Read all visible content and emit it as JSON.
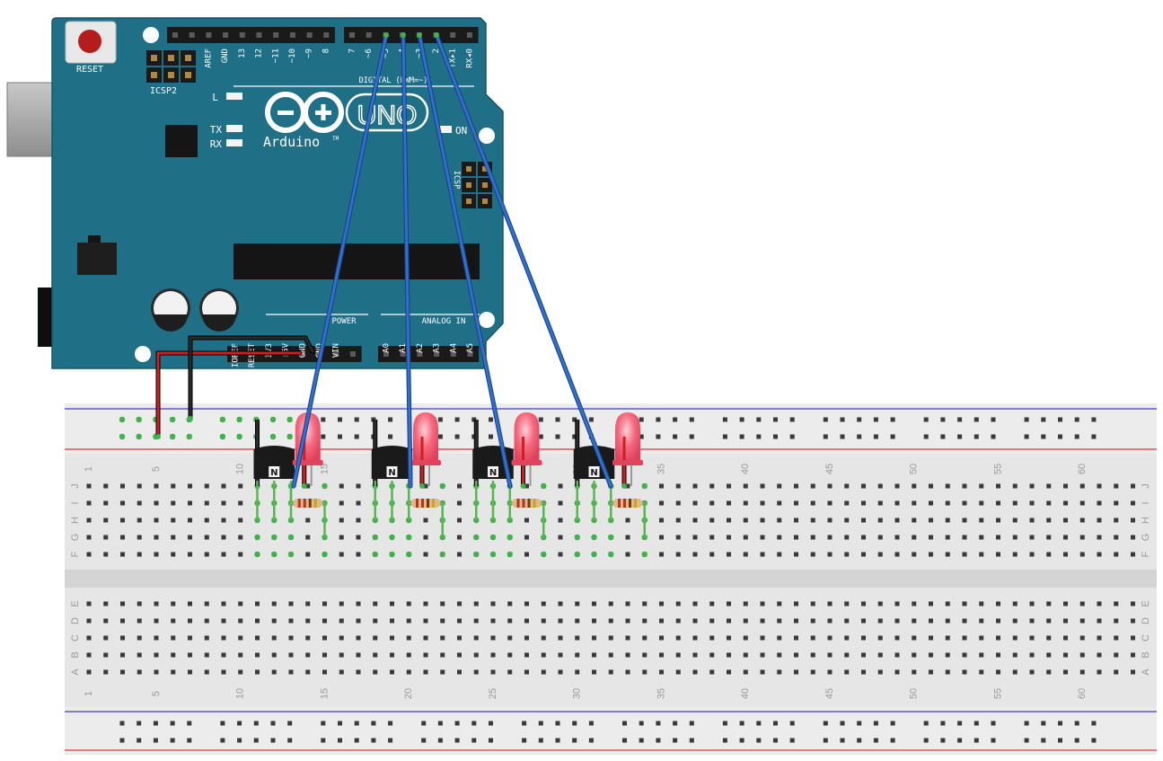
{
  "arduino": {
    "board_color": "#1f6f87",
    "brand_text": "Arduino",
    "model_text": "UNO",
    "trademark": "TM",
    "reset_label": "RESET",
    "icsp2_label": "ICSP2",
    "icsp_label": "ICSP",
    "led_l_label": "L",
    "led_tx_label": "TX",
    "led_rx_label": "RX",
    "on_label": "ON",
    "digital_header_label": "DIGITAL (PWM=~)",
    "digital_pins_top": [
      "AREF",
      "GND",
      "13",
      "12",
      "~11",
      "~10",
      "~9",
      "8"
    ],
    "digital_pins_low": [
      "7",
      "~6",
      "~5",
      "4",
      "~3",
      "2",
      "TX▸1",
      "RX◂0"
    ],
    "power_label": "POWER",
    "power_pins": [
      "IOREF",
      "RESET",
      "3V3",
      "5V",
      "GND",
      "GND",
      "VIN"
    ],
    "analog_label": "ANALOG IN",
    "analog_pins": [
      "A0",
      "A1",
      "A2",
      "A3",
      "A4",
      "A5"
    ]
  },
  "breadboard": {
    "row_letters_top": [
      "J",
      "I",
      "H",
      "G",
      "F"
    ],
    "row_letters_bottom": [
      "E",
      "D",
      "C",
      "B",
      "A"
    ],
    "column_numbers": [
      "1",
      "5",
      "10",
      "15",
      "20",
      "25",
      "30",
      "35",
      "40",
      "45",
      "50",
      "55",
      "60"
    ],
    "rail_red": "#d23a3a",
    "rail_blue": "#3b3fc4"
  },
  "components": {
    "transistor_label": "N",
    "transistor_count": 4,
    "led_count": 4,
    "resistor_count": 4,
    "led_color": "#f0647a",
    "wire_blue": "#2f6fd0",
    "wire_red": "#d01f1f",
    "wire_black": "#1a1a1a"
  }
}
